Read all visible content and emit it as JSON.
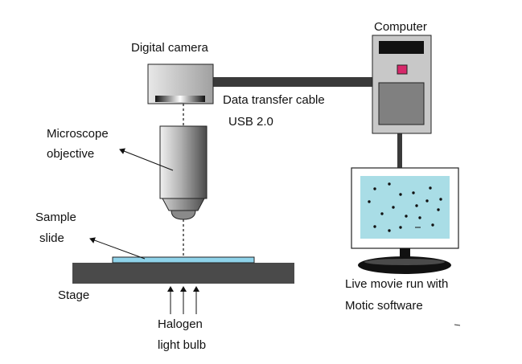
{
  "labels": {
    "digital_camera": "Digital camera",
    "computer": "Computer",
    "cable_line1": "Data transfer cable",
    "cable_line2": "USB 2.0",
    "objective_line1": "Microscope",
    "objective_line2": "objective",
    "sample_line1": "Sample",
    "sample_line2": "slide",
    "stage": "Stage",
    "light_line1": "Halogen",
    "light_line2": "light bulb",
    "software_line1": "Live movie run with",
    "software_line2": "Motic software"
  },
  "colors": {
    "camera_light": "#e6e6e6",
    "camera_dark": "#9a9a9a",
    "cable": "#3a3a3a",
    "computer_body": "#c8c8c8",
    "computer_panel": "#808080",
    "computer_slot": "#111111",
    "power_button": "#d6286a",
    "stage": "#4a4a4a",
    "slide": "#8fd3ea",
    "screen": "#a9dde6",
    "monitor_frame": "#ffffff",
    "monitor_stand": "#111111",
    "outline": "#222222"
  },
  "icons": {
    "camera": "digital-camera-icon",
    "computer": "computer-tower-icon",
    "monitor": "monitor-icon",
    "objective": "microscope-objective-icon"
  }
}
